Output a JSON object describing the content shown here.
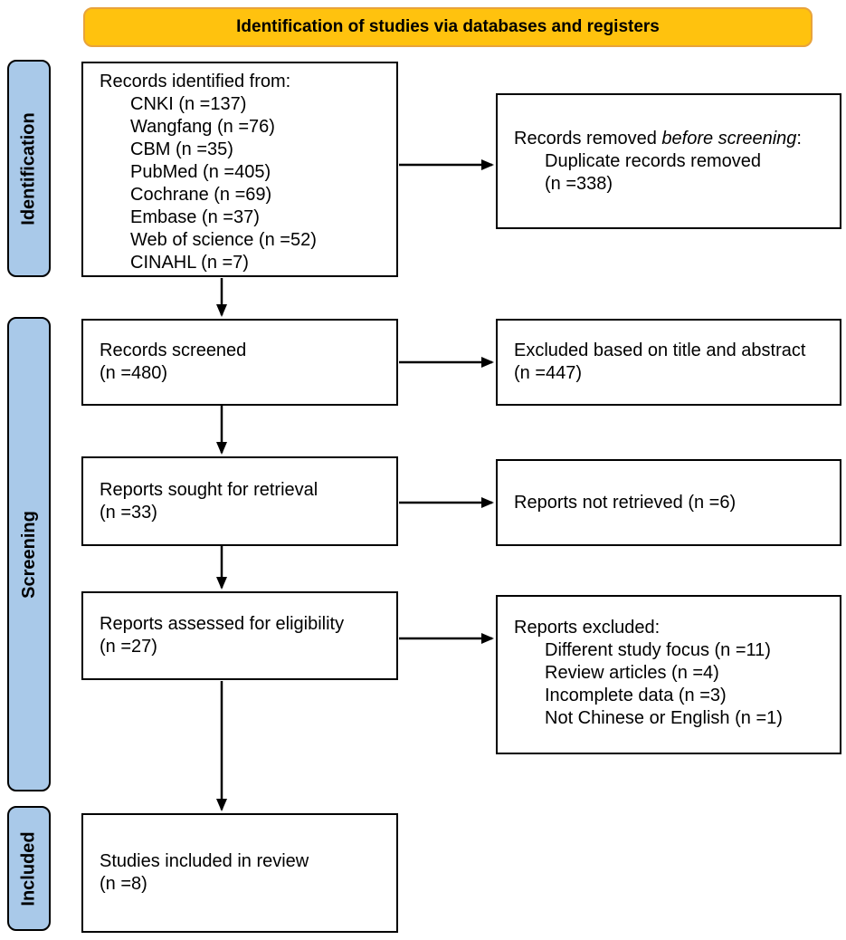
{
  "banner": {
    "label": "Identification of studies via databases and registers"
  },
  "stages": [
    {
      "label": "Identification"
    },
    {
      "label": "Screening"
    },
    {
      "label": "Included"
    }
  ],
  "boxes": {
    "records_identified": {
      "title": "Records identified from:",
      "items": [
        "CNKI (n =137)",
        "Wangfang (n =76)",
        "CBM (n =35)",
        "PubMed (n =405)",
        "Cochrane (n =69)",
        "Embase (n =37)",
        "Web of science (n =52)",
        "CINAHL (n =7)"
      ]
    },
    "records_removed": {
      "title_prefix": "Records removed ",
      "title_italic": "before screening",
      "title_suffix": ":",
      "items": [
        "Duplicate records removed",
        "(n =338)"
      ]
    },
    "records_screened": {
      "lines": [
        "Records screened",
        "(n =480)"
      ]
    },
    "excluded_title_abstract": {
      "lines": [
        "Excluded based on title and abstract",
        "(n =447)"
      ]
    },
    "reports_sought": {
      "lines": [
        "Reports sought for retrieval",
        "(n =33)"
      ]
    },
    "reports_not_retrieved": {
      "lines": [
        "Reports not retrieved (n =6)"
      ]
    },
    "reports_assessed": {
      "lines": [
        "Reports assessed for eligibility",
        "(n =27)"
      ]
    },
    "reports_excluded": {
      "title": "Reports excluded:",
      "items": [
        "Different study focus (n =11)",
        "Review articles (n =4)",
        "Incomplete data (n =3)",
        "Not Chinese or English (n =1)"
      ]
    },
    "studies_included": {
      "lines": [
        "Studies included in review",
        "(n =8)"
      ]
    }
  },
  "colors": {
    "banner_fill": "#FFC20E",
    "banner_border": "#E8A33B",
    "stage_fill": "#A9C9E9",
    "box_border": "#000000",
    "arrow": "#000000"
  }
}
